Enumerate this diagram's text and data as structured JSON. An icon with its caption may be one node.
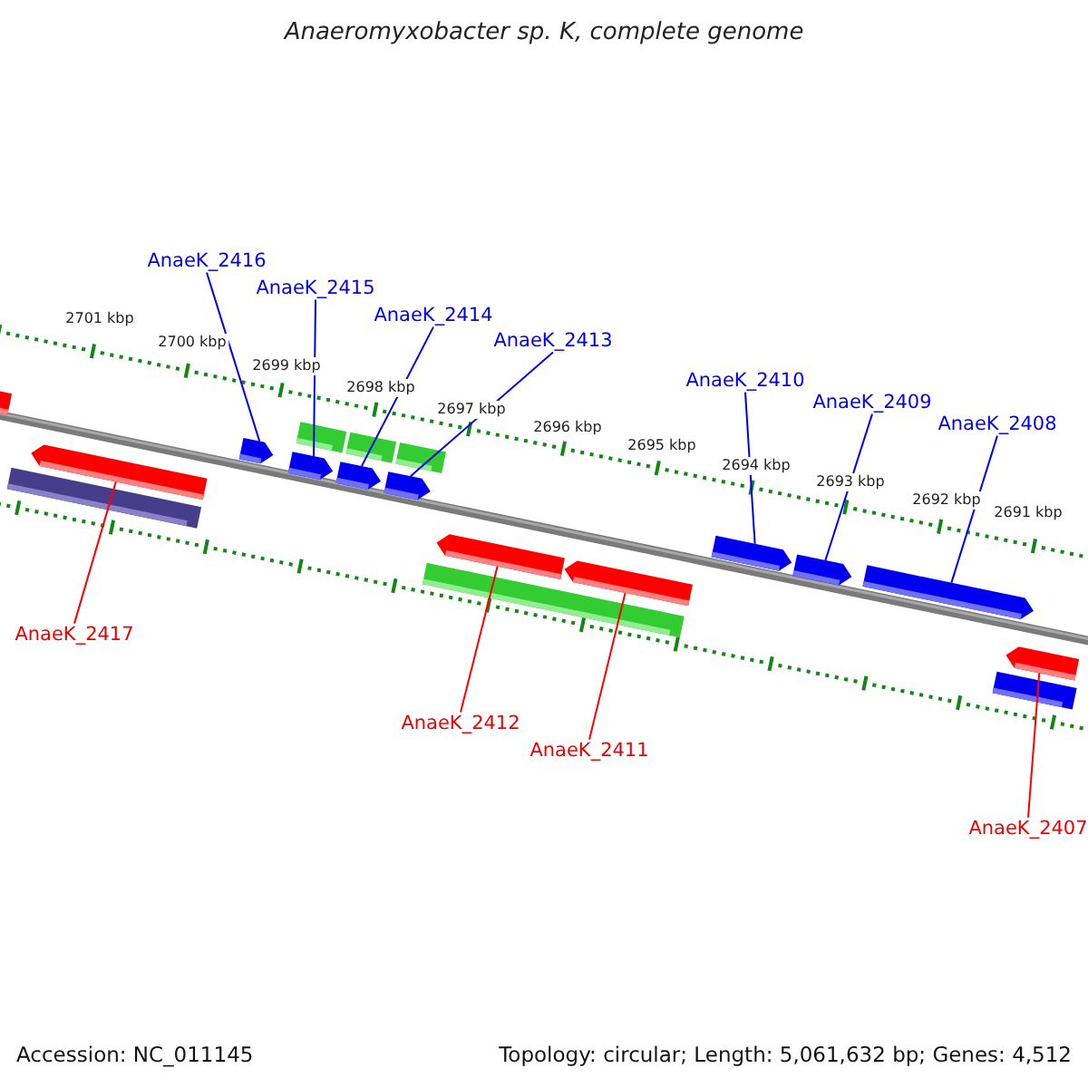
{
  "diagram": {
    "title": "Anaeromyxobacter sp. K, complete genome",
    "nodes": [
      {
        "text": [
          "AnaeK_2416"
        ]
      },
      {
        "text": [
          "AnaeK_2415"
        ]
      },
      {
        "text": [
          "AnaeK_2414"
        ]
      },
      {
        "text": [
          "AnaeK_2413"
        ]
      },
      {
        "text": [
          "AnaeK_2410"
        ]
      },
      {
        "text": [
          "AnaeK_2409"
        ]
      },
      {
        "text": [
          "AnaeK_2408"
        ]
      },
      {
        "text": [
          "AnaeK_2417"
        ]
      },
      {
        "text": [
          "AnaeK_2412"
        ]
      },
      {
        "text": [
          "AnaeK_2411"
        ]
      },
      {
        "text": [
          "AnaeK_2407"
        ]
      },
      {
        "text": [],
        "shape": "bar"
      },
      {
        "text": [],
        "shape": "bar"
      },
      {
        "text": [],
        "shape": "bar"
      },
      {
        "text": [],
        "shape": "bar"
      },
      {
        "text": [],
        "shape": "bar"
      },
      {
        "text": [],
        "shape": "bar"
      },
      {
        "text": [],
        "shape": "bar"
      },
      {
        "text": [],
        "shape": "bar"
      },
      {
        "text": [],
        "shape": "bar"
      },
      {
        "text": [],
        "shape": "bar"
      },
      {
        "text": [],
        "shape": "bar"
      }
    ],
    "edges": [
      {
        "from": 0,
        "to": 12,
        "arrow": "none"
      },
      {
        "from": 1,
        "to": 13,
        "arrow": "none"
      },
      {
        "from": 2,
        "to": 14,
        "arrow": "none"
      },
      {
        "from": 3,
        "to": 15,
        "arrow": "none"
      },
      {
        "from": 4,
        "to": 18,
        "arrow": "none"
      },
      {
        "from": 5,
        "to": 19,
        "arrow": "none"
      },
      {
        "from": 6,
        "to": 20,
        "arrow": "none"
      },
      {
        "from": 7,
        "to": 11,
        "arrow": "none",
        "color": "#ff0000"
      },
      {
        "from": 8,
        "to": 16,
        "arrow": "none",
        "color": "#ff0000"
      },
      {
        "from": 9,
        "to": 17,
        "arrow": "none",
        "color": "#ff0000"
      },
      {
        "from": 10,
        "to": 21,
        "arrow": "none",
        "color": "#ff0000"
      }
    ],
    "labels": [
      "2701 kbp",
      "2700 kbp",
      "2699 kbp",
      "2698 kbp",
      "2697 kbp",
      "2696 kbp",
      "2695 kbp",
      "2694 kbp",
      "2693 kbp",
      "2692 kbp",
      "2691 kbp",
      "Accession: NC_011145",
      "Topology: circular; Length: 5,061,632 bp; Genes: 4,512"
    ]
  }
}
